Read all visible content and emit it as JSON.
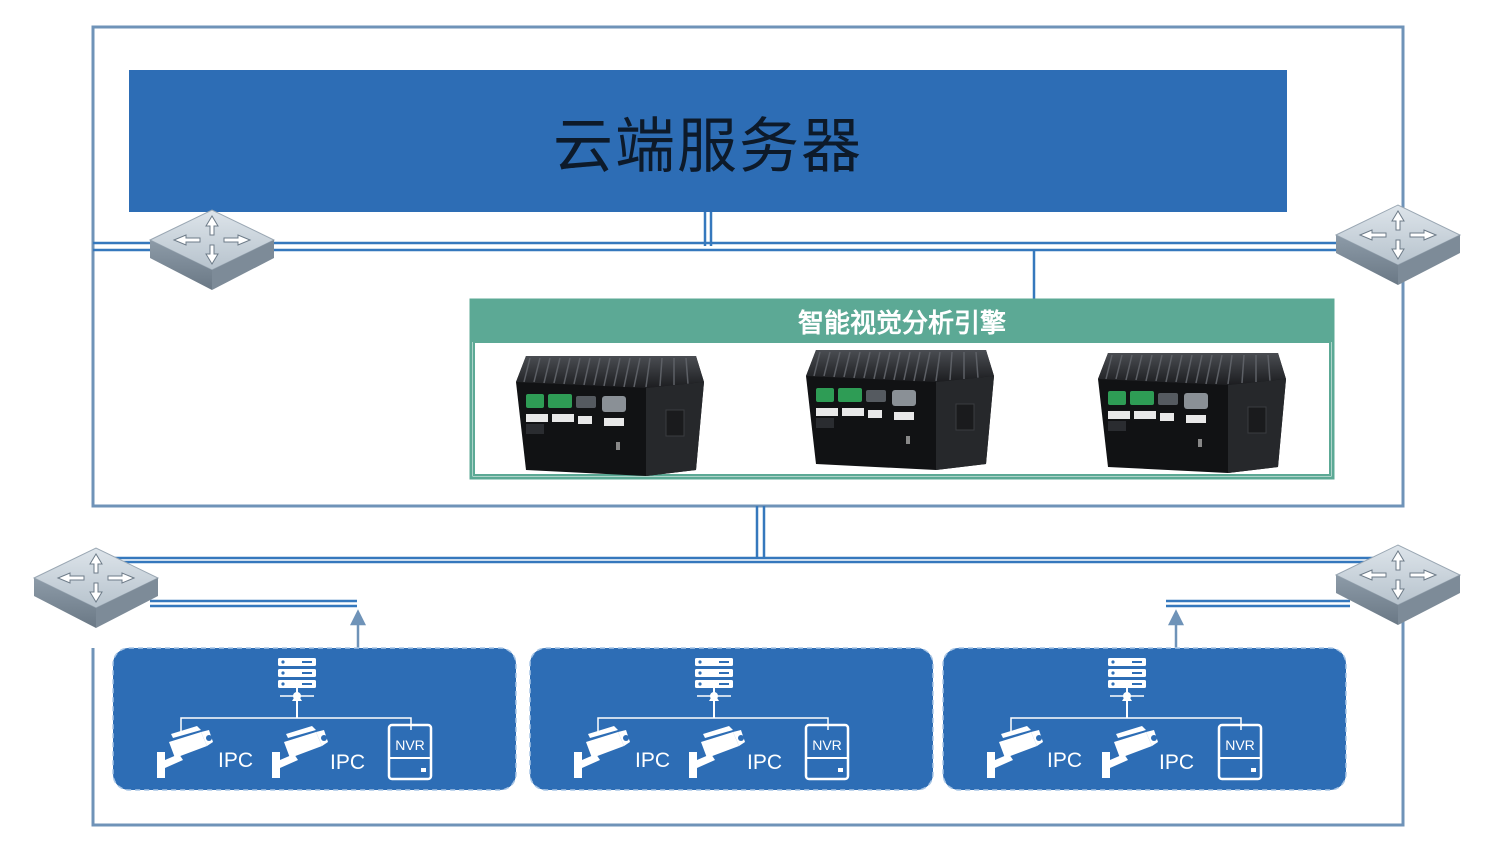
{
  "cloud_server": {
    "label": "云端服务器"
  },
  "engine": {
    "title": "智能视觉分析引擎",
    "device_count": 3
  },
  "edge_groups": [
    {
      "ipc_labels": [
        "IPC",
        "IPC"
      ],
      "nvr_label": "NVR"
    },
    {
      "ipc_labels": [
        "IPC",
        "IPC"
      ],
      "nvr_label": "NVR"
    },
    {
      "ipc_labels": [
        "IPC",
        "IPC"
      ],
      "nvr_label": "NVR"
    }
  ],
  "colors": {
    "server_blue": "#2d6db5",
    "frame_blue": "#6f93b8",
    "line_blue": "#3578bd",
    "engine_teal": "#5ca995",
    "router_gray": "#a6b4c0"
  },
  "icons": {
    "router": "router-icon",
    "edge_server": "server-rack-icon",
    "camera": "camera-icon",
    "nvr": "nvr-icon",
    "edge_box": "edge-computer-icon"
  }
}
